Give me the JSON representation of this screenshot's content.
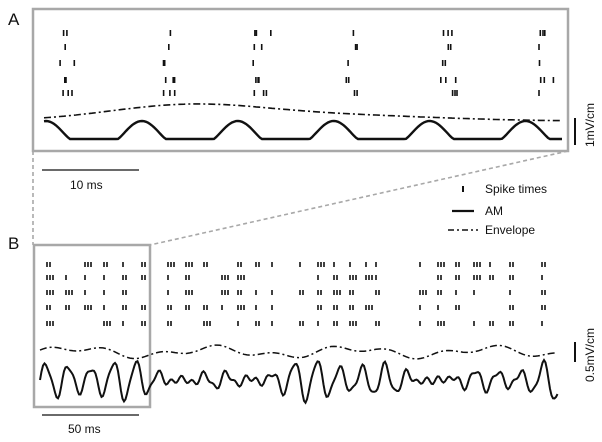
{
  "panels": {
    "a_label": "A",
    "b_label": "B"
  },
  "scalebars": {
    "a_time": "10 ms",
    "a_voltage": "1mV/cm",
    "b_time": "50 ms",
    "b_voltage": "0.5mV/cm"
  },
  "legend": {
    "items": [
      {
        "key": "spikes",
        "label": "Spike times"
      },
      {
        "key": "am",
        "label": "AM"
      },
      {
        "key": "envelope",
        "label": "Envelope"
      }
    ]
  },
  "colors": {
    "trace": "#111111",
    "zoom_box": "#a8a8a8",
    "zoom_connector": "#a8a8a8",
    "background": "#ffffff"
  }
}
